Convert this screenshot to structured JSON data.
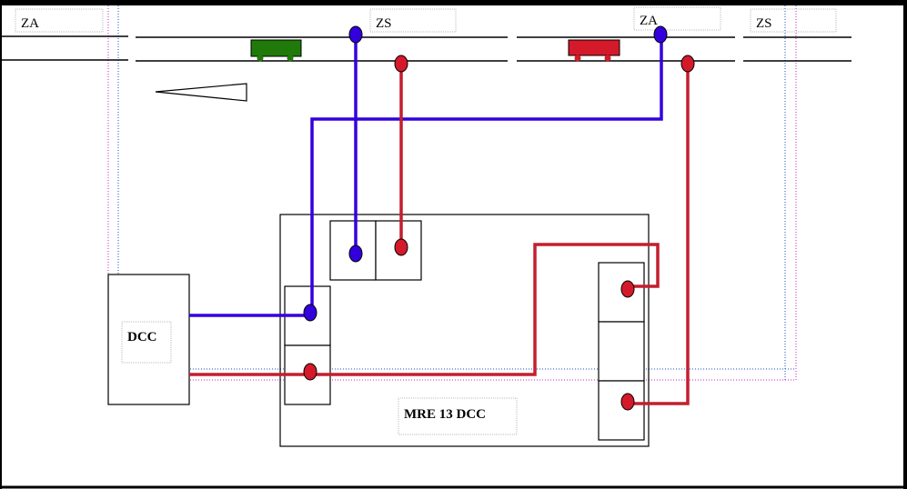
{
  "diagram": {
    "title": "MRE 13 DCC wiring diagram",
    "colors": {
      "feed_a": "#3300dd",
      "feed_b": "#cc1a2a",
      "wagon_left": "#1f7a0a",
      "wagon_right": "#d41a2a",
      "guide_blue": "#1a4fbf",
      "guide_magenta": "#cc22cc",
      "outline": "#000000"
    },
    "section_labels": [
      {
        "id": "za-left",
        "text": "ZA"
      },
      {
        "id": "zs-mid",
        "text": "ZS"
      },
      {
        "id": "za-right",
        "text": "ZA"
      },
      {
        "id": "zs-right",
        "text": "ZS"
      }
    ],
    "dcc_label": "DCC",
    "module_label": "MRE 13 DCC"
  }
}
